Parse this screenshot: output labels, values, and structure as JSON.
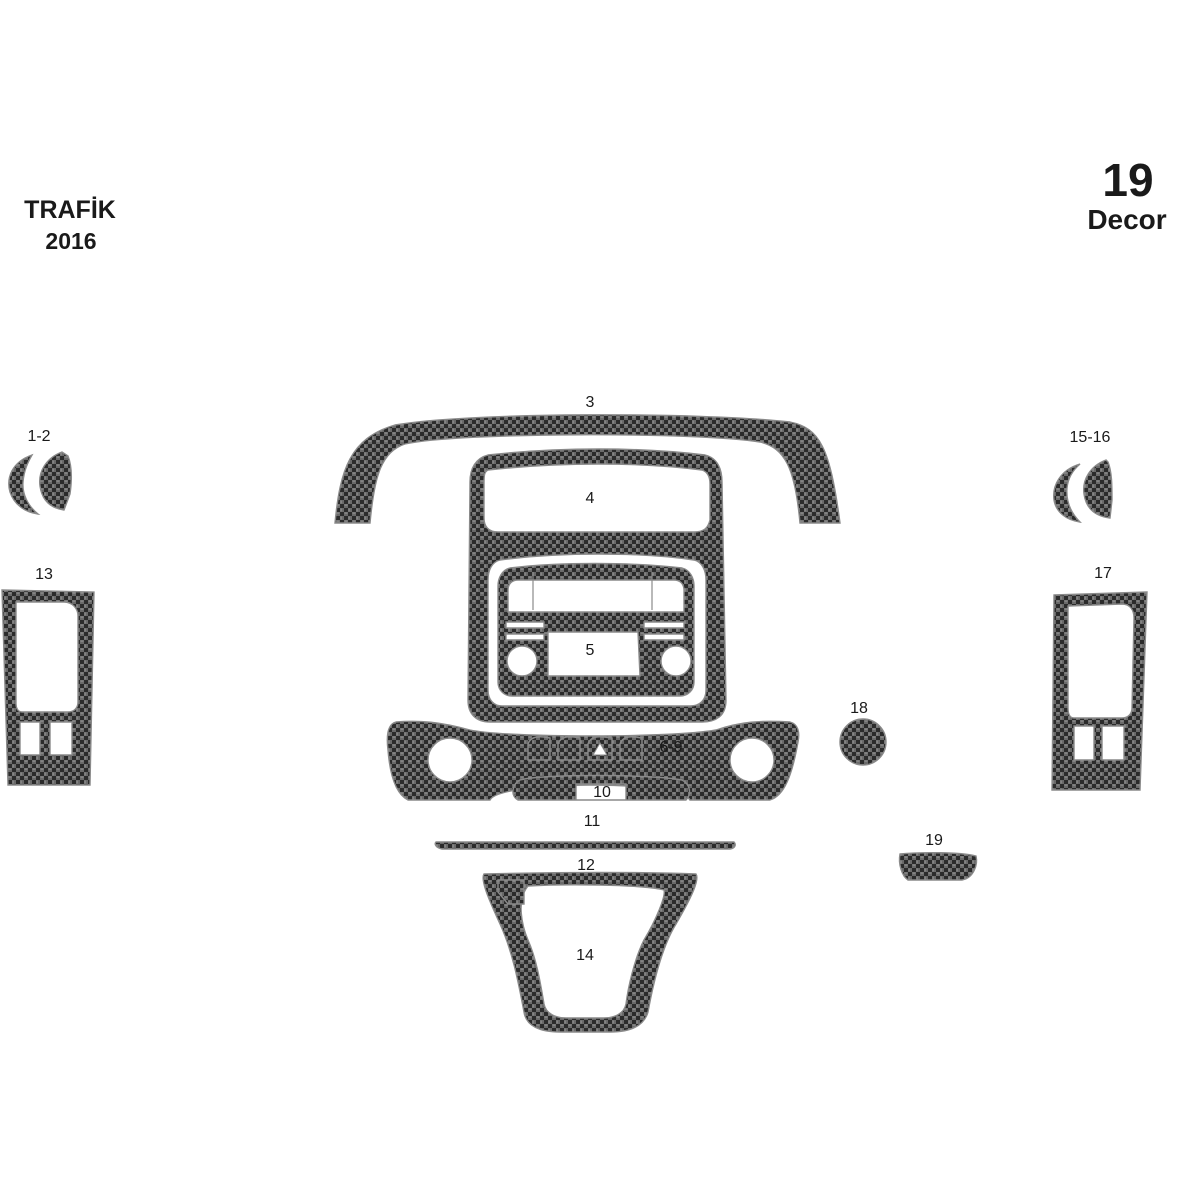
{
  "header": {
    "model": "TRAFİK",
    "year": "2016",
    "piece_count": "19",
    "piece_label": "Decor"
  },
  "parts": {
    "p1_2": "1-2",
    "p3": "3",
    "p4": "4",
    "p5": "5",
    "p6_9": "6-9",
    "p10": "10",
    "p11": "11",
    "p12": "12",
    "p13": "13",
    "p14": "14",
    "p15_16": "15-16",
    "p17": "17",
    "p18": "18",
    "p19": "19"
  },
  "colors": {
    "carbon_dark": "#2b2b2b",
    "carbon_light": "#6e6e6e",
    "outline": "#8a8a8a",
    "text": "#1a1a1a"
  }
}
